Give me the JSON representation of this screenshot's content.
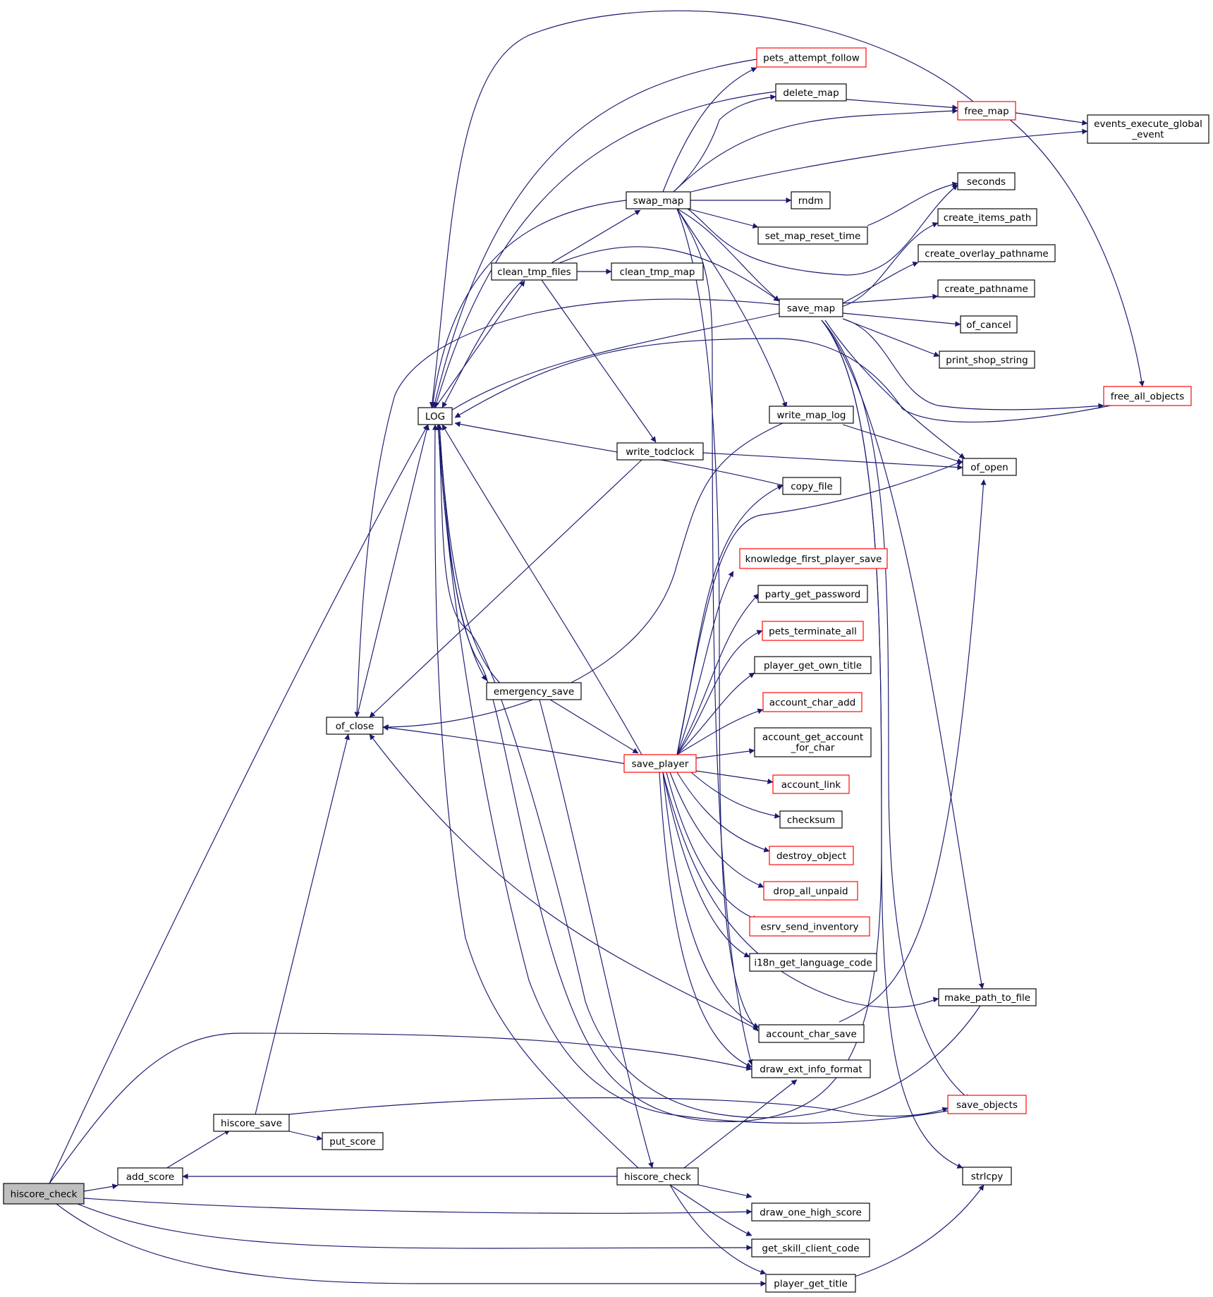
{
  "graph": {
    "edge_color": "#191970",
    "box_border": "#000000",
    "truncated_border": "#ff0000",
    "root_fill": "#bfbfbf",
    "nodes": {
      "hiscore_check_root": {
        "label": "hiscore_check",
        "root": true
      },
      "add_score": {
        "label": "add_score"
      },
      "hiscore_save": {
        "label": "hiscore_save"
      },
      "put_score": {
        "label": "put_score"
      },
      "hiscore_check_2": {
        "label": "hiscore_check"
      },
      "of_close": {
        "label": "of_close"
      },
      "LOG": {
        "label": "LOG"
      },
      "clean_tmp_files": {
        "label": "clean_tmp_files"
      },
      "emergency_save": {
        "label": "emergency_save"
      },
      "swap_map": {
        "label": "swap_map"
      },
      "clean_tmp_map": {
        "label": "clean_tmp_map"
      },
      "write_todclock": {
        "label": "write_todclock"
      },
      "save_player": {
        "label": "save_player",
        "truncated": true
      },
      "pets_attempt_follow": {
        "label": "pets_attempt_follow",
        "truncated": true
      },
      "delete_map": {
        "label": "delete_map"
      },
      "rndm": {
        "label": "rndm"
      },
      "set_map_reset_time": {
        "label": "set_map_reset_time"
      },
      "save_map": {
        "label": "save_map"
      },
      "write_map_log": {
        "label": "write_map_log"
      },
      "copy_file": {
        "label": "copy_file"
      },
      "knowledge_first_player_save": {
        "label": "knowledge_first_player_save",
        "truncated": true
      },
      "party_get_password": {
        "label": "party_get_password"
      },
      "pets_terminate_all": {
        "label": "pets_terminate_all",
        "truncated": true
      },
      "player_get_own_title": {
        "label": "player_get_own_title"
      },
      "account_char_add": {
        "label": "account_char_add",
        "truncated": true
      },
      "account_get_account_for_char": {
        "label": "account_get_account",
        "label2": "_for_char"
      },
      "account_link": {
        "label": "account_link",
        "truncated": true
      },
      "checksum": {
        "label": "checksum"
      },
      "destroy_object": {
        "label": "destroy_object",
        "truncated": true
      },
      "drop_all_unpaid": {
        "label": "drop_all_unpaid",
        "truncated": true
      },
      "esrv_send_inventory": {
        "label": "esrv_send_inventory",
        "truncated": true
      },
      "i18n_get_language_code": {
        "label": "i18n_get_language_code"
      },
      "account_char_save": {
        "label": "account_char_save"
      },
      "draw_ext_info_format": {
        "label": "draw_ext_info_format"
      },
      "draw_one_high_score": {
        "label": "draw_one_high_score"
      },
      "get_skill_client_code": {
        "label": "get_skill_client_code"
      },
      "player_get_title": {
        "label": "player_get_title"
      },
      "free_map": {
        "label": "free_map",
        "truncated": true
      },
      "events_execute_global_event": {
        "label": "events_execute_global",
        "label2": "_event"
      },
      "seconds": {
        "label": "seconds"
      },
      "create_items_path": {
        "label": "create_items_path"
      },
      "create_overlay_pathname": {
        "label": "create_overlay_pathname"
      },
      "create_pathname": {
        "label": "create_pathname"
      },
      "of_cancel": {
        "label": "of_cancel"
      },
      "print_shop_string": {
        "label": "print_shop_string"
      },
      "free_all_objects": {
        "label": "free_all_objects",
        "truncated": true
      },
      "of_open": {
        "label": "of_open"
      },
      "make_path_to_file": {
        "label": "make_path_to_file"
      },
      "save_objects": {
        "label": "save_objects",
        "truncated": true
      },
      "strlcpy": {
        "label": "strlcpy"
      }
    }
  }
}
